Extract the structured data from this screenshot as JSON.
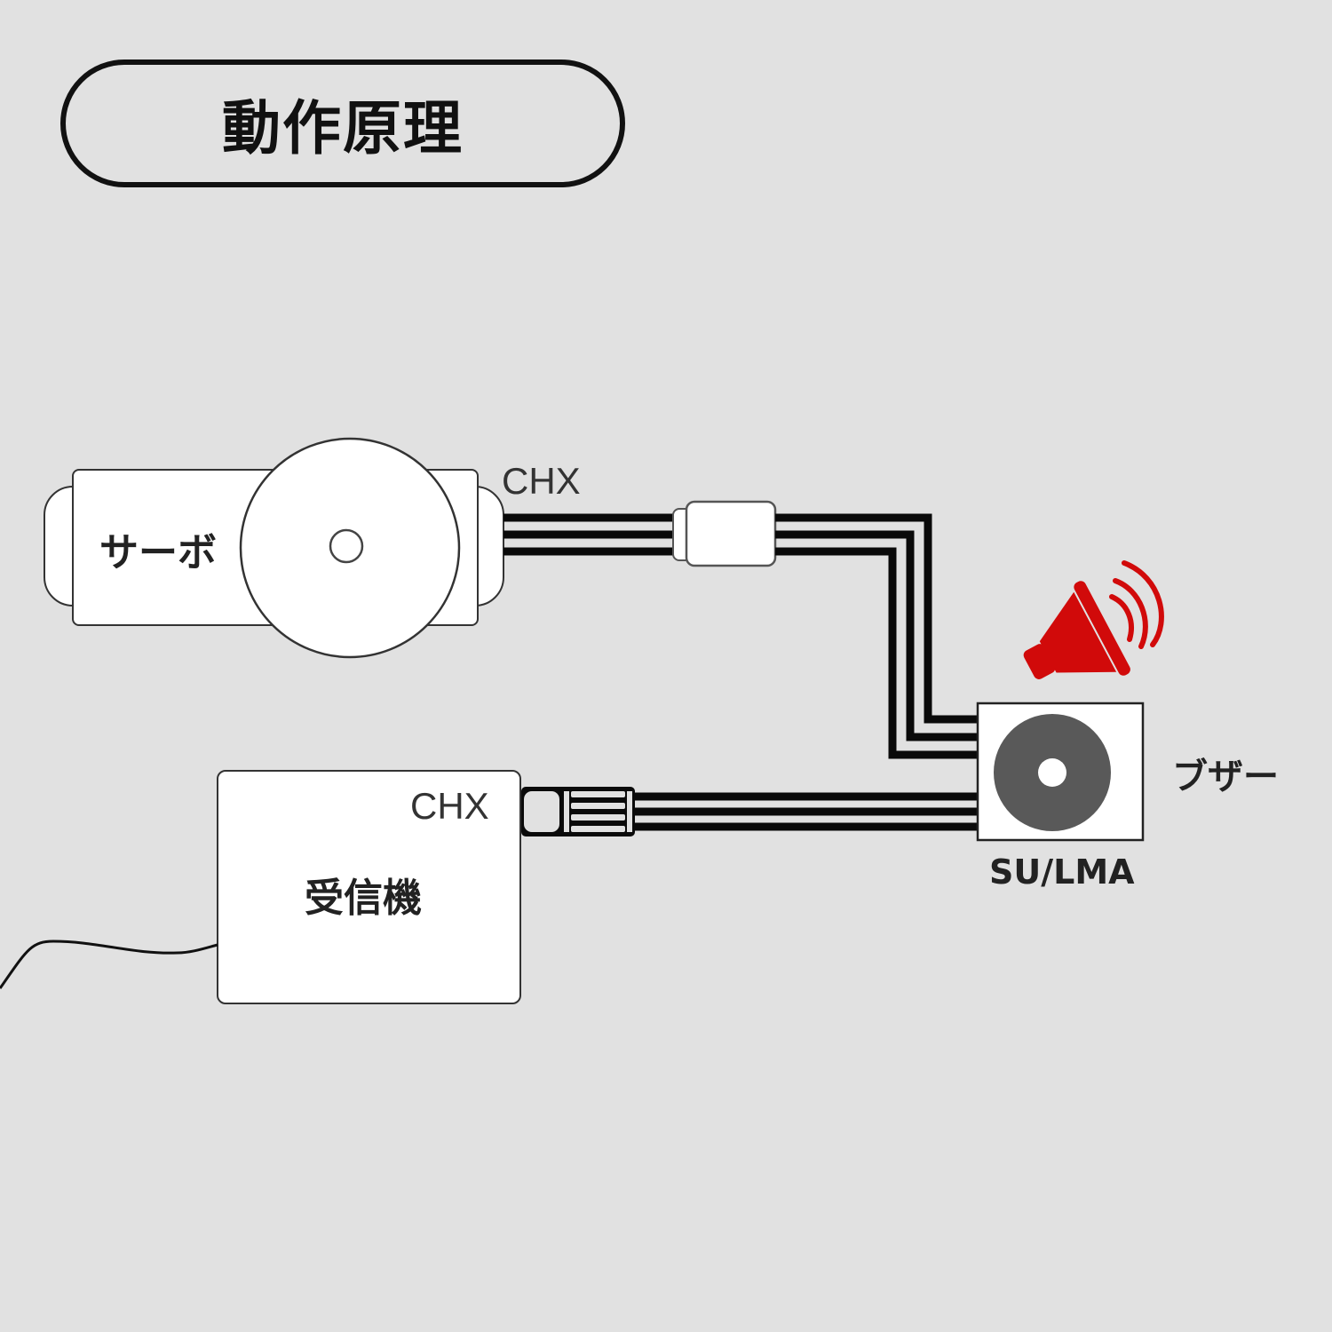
{
  "title": "動作原理",
  "servo": {
    "label": "サーボ",
    "channel_label": "CHX"
  },
  "receiver": {
    "label": "受信機",
    "channel_label": "CHX"
  },
  "buzzer": {
    "label": "ブザー",
    "model_label": "SU/LMA",
    "sound_icon": "speaker-sound-icon"
  },
  "colors": {
    "background": "#e1e1e1",
    "outline": "#111111",
    "component_fill": "#ffffff",
    "buzzer_disc": "#595959",
    "alert_red": "#d10a0a"
  }
}
